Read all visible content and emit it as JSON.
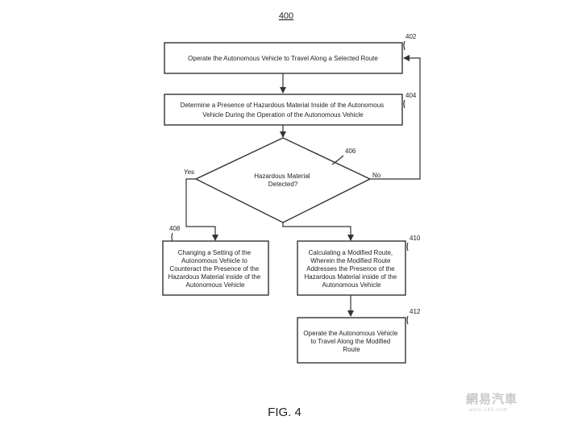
{
  "figure": {
    "number": "400",
    "caption": "FIG. 4"
  },
  "steps": {
    "s402": {
      "ref": "402",
      "lines": [
        "Operate the Autonomous Vehicle to Travel Along a Selected Route"
      ]
    },
    "s404": {
      "ref": "404",
      "lines": [
        "Determine a Presence of Hazardous Material Inside of the Autonomous",
        "Vehicle During the Operation of the Autonomous Vehicle"
      ]
    },
    "s406": {
      "ref": "406",
      "lines": [
        "Hazardous Material",
        "Detected?"
      ],
      "yes": "Yes",
      "no": "No"
    },
    "s408": {
      "ref": "408",
      "lines": [
        "Changing a Setting of the",
        "Autonomous Vehicle to",
        "Counteract the Presence of the",
        "Hazardous Material inside of the",
        "Autonomous Vehicle"
      ]
    },
    "s410": {
      "ref": "410",
      "lines": [
        "Calculating a Modified Route,",
        "Wherein the Modified Route",
        "Addresses the Presence of the",
        "Hazardous Material inside of the",
        "Autonomous Vehicle"
      ]
    },
    "s412": {
      "ref": "412",
      "lines": [
        "Operate the Autonomous Vehicle",
        "to Travel Along the Modified",
        "Route"
      ]
    }
  },
  "watermark": {
    "text": "網易汽車",
    "url": "auto.163.com"
  }
}
